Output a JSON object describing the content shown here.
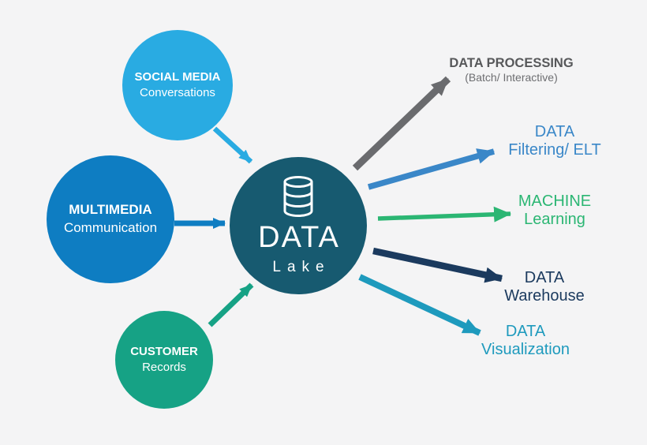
{
  "diagram": {
    "background": "#f4f4f5",
    "center": {
      "title": "DATA",
      "subtitle": "Lake",
      "color": "#175a70",
      "text_color": "#ffffff",
      "icon": "database-icon"
    },
    "sources": [
      {
        "line1": "SOCIAL MEDIA",
        "line2": "Conversations",
        "color": "#29abe2",
        "text_color": "#ffffff"
      },
      {
        "line1": "MULTIMEDIA",
        "line2": "Communication",
        "color": "#0e7dc2",
        "text_color": "#ffffff"
      },
      {
        "line1": "CUSTOMER",
        "line2": "Records",
        "color": "#16a285",
        "text_color": "#ffffff"
      }
    ],
    "outputs": [
      {
        "line1": "DATA PROCESSING",
        "line2": "(Batch/ Interactive)",
        "text_color": "#57585a",
        "line2_color": "#6d6e71",
        "arrow_color": "#6a6b6e"
      },
      {
        "line1": "DATA",
        "line2": "Filtering/ ELT",
        "text_color": "#3a87c8",
        "arrow_color": "#3a87c8"
      },
      {
        "line1": "MACHINE",
        "line2": "Learning",
        "text_color": "#2bb673",
        "arrow_color": "#2bb673"
      },
      {
        "line1": "DATA",
        "line2": "Warehouse",
        "text_color": "#1b3a5e",
        "arrow_color": "#1b3a5e"
      },
      {
        "line1": "DATA",
        "line2": "Visualization",
        "text_color": "#1e9abd",
        "arrow_color": "#1e9abd"
      }
    ]
  }
}
